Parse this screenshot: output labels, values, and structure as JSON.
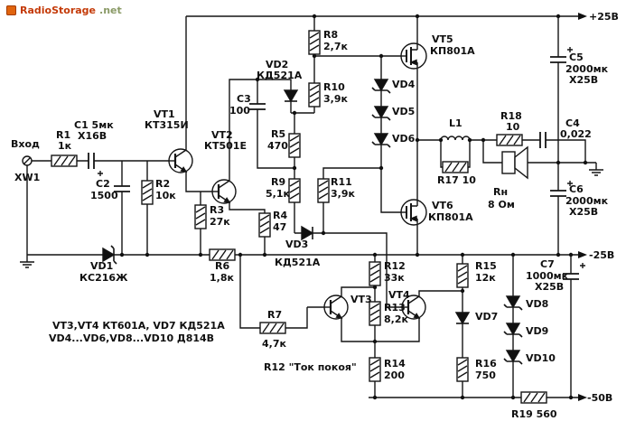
{
  "watermark": {
    "brand": "RadioStorage",
    "tld": ".net",
    "brand_color": "#c43a08",
    "tld_color": "#8a9a66"
  },
  "rails": {
    "pos": "+25В",
    "neg": "-25В",
    "neg2": "-50В"
  },
  "input": {
    "label": "Вход",
    "ref": "XW1"
  },
  "parts": {
    "r1": {
      "ref": "R1",
      "val": "1к"
    },
    "c1": {
      "ref": "C1 5мк",
      "val": "X16В"
    },
    "c2": {
      "ref": "C2",
      "val": "1500"
    },
    "r2": {
      "ref": "R2",
      "val": "10к"
    },
    "vt1": {
      "ref": "VT1",
      "val": "КТ315И"
    },
    "vt2": {
      "ref": "VT2",
      "val": "КТ501Е"
    },
    "r3": {
      "ref": "R3",
      "val": "27к"
    },
    "r4": {
      "ref": "R4",
      "val": "47"
    },
    "c3": {
      "ref": "C3",
      "val": "100"
    },
    "r5": {
      "ref": "R5",
      "val": "470"
    },
    "r8": {
      "ref": "R8",
      "val": "2,7к"
    },
    "vd2": {
      "ref": "VD2",
      "val": "КД521А"
    },
    "r10": {
      "ref": "R10",
      "val": "3,9к"
    },
    "vd4": {
      "ref": "VD4"
    },
    "vd5": {
      "ref": "VD5"
    },
    "vd6": {
      "ref": "VD6"
    },
    "vt5": {
      "ref": "VT5",
      "val": "КП801А"
    },
    "c5": {
      "ref": "C5",
      "val": "2000мк",
      "val2": "X25В"
    },
    "c4": {
      "ref": "C4",
      "val": "0,022"
    },
    "l1": {
      "ref": "L1"
    },
    "r18": {
      "ref": "R18",
      "val": "10"
    },
    "r17": {
      "ref": "R17 10"
    },
    "rn": {
      "ref": "Rн",
      "val": "8 Ом"
    },
    "c6": {
      "ref": "C6",
      "val": "2000мк",
      "val2": "X25В"
    },
    "vt6": {
      "ref": "VT6",
      "val": "КП801А"
    },
    "r9": {
      "ref": "R9",
      "val": "5,1к"
    },
    "r11": {
      "ref": "R11",
      "val": "3,9к"
    },
    "vd3": {
      "ref": "VD3",
      "val": "КД521А"
    },
    "vd1": {
      "ref": "VD1",
      "val": "КС216Ж"
    },
    "r6": {
      "ref": "R6",
      "val": "1,8к"
    },
    "r12": {
      "ref": "R12",
      "val": "33к"
    },
    "vt3": {
      "ref": "VT3"
    },
    "vt4": {
      "ref": "VT4"
    },
    "r13": {
      "ref": "R13",
      "val": "8,2к"
    },
    "r15": {
      "ref": "R15",
      "val": "12к"
    },
    "vd7": {
      "ref": "VD7"
    },
    "vd8": {
      "ref": "VD8"
    },
    "vd9": {
      "ref": "VD9"
    },
    "v10": {
      "ref": "VD10"
    },
    "c7": {
      "ref": "C7",
      "val": "1000мк",
      "val2": "X25В"
    },
    "r7": {
      "ref": "R7",
      "val": "4,7к"
    },
    "r14": {
      "ref": "R14",
      "val": "200"
    },
    "r16": {
      "ref": "R16",
      "val": "750"
    },
    "r19": {
      "ref": "R19 560"
    }
  },
  "notes": {
    "line1": "VT3,VT4 КТ601А, VD7 КД521А",
    "line2": "VD4...VD6,VD8...VD10 Д814В",
    "bias": "R12 \"Ток покоя\""
  }
}
